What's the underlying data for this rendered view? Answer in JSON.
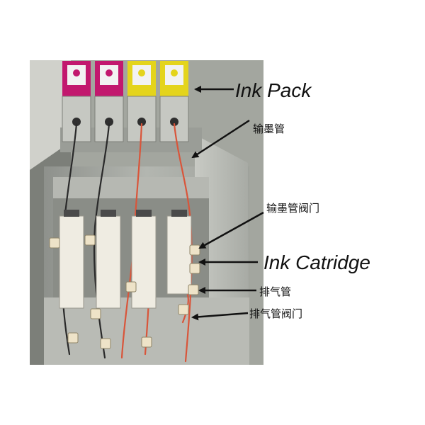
{
  "labels": {
    "ink_pack": "Ink Pack",
    "ink_tube": "输墨管",
    "ink_tube_valve": "输墨管阀门",
    "ink_cartridge": "Ink Catridge",
    "vent_tube": "排气管",
    "vent_tube_valve": "排气管阀门"
  },
  "ink_packs": [
    {
      "color": "#c2186e",
      "label_color": "#f2f2f2"
    },
    {
      "color": "#c2186e",
      "label_color": "#f2f2f2"
    },
    {
      "color": "#e4d41c",
      "label_color": "#f2f2f2"
    },
    {
      "color": "#e4d41c",
      "label_color": "#f2f2f2"
    }
  ],
  "tube_colors": {
    "black": "#2a2a2a",
    "red": "#d9553a"
  }
}
